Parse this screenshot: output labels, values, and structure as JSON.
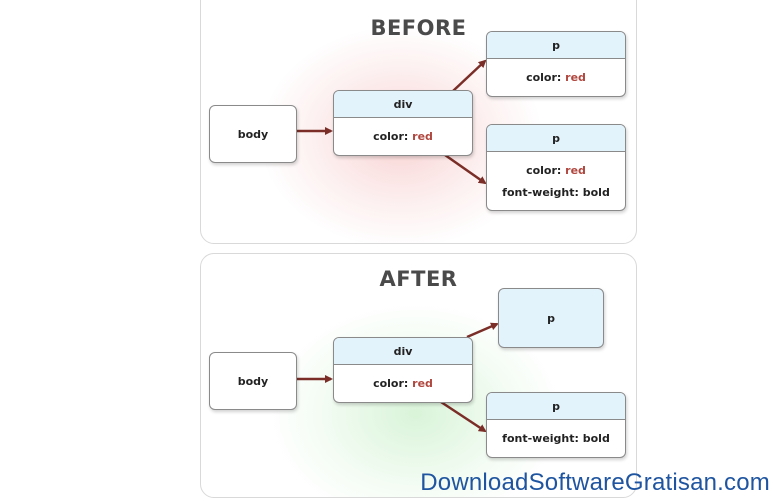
{
  "before": {
    "title": "BEFORE",
    "body_label": "body",
    "div": {
      "tag": "div",
      "props": [
        {
          "key": "color: ",
          "value": "red"
        }
      ]
    },
    "p1": {
      "tag": "p",
      "props": [
        {
          "key": "color: ",
          "value": "red"
        }
      ]
    },
    "p2": {
      "tag": "p",
      "props": [
        {
          "key": "color: ",
          "value": "red"
        },
        {
          "key": "font-weight: bold",
          "value": ""
        }
      ]
    }
  },
  "after": {
    "title": "AFTER",
    "body_label": "body",
    "div": {
      "tag": "div",
      "props": [
        {
          "key": "color: ",
          "value": "red"
        }
      ]
    },
    "p1": {
      "tag": "p"
    },
    "p2": {
      "tag": "p",
      "props": [
        {
          "key": "font-weight: bold",
          "value": ""
        }
      ]
    }
  },
  "colors": {
    "header_fill": "#e3f3fc",
    "arrow": "#7a2e27",
    "value_red": "#b0473f",
    "glow_before": "#f09696",
    "glow_after": "#aae6aa"
  },
  "watermark": "DownloadSoftwareGratisan.com"
}
